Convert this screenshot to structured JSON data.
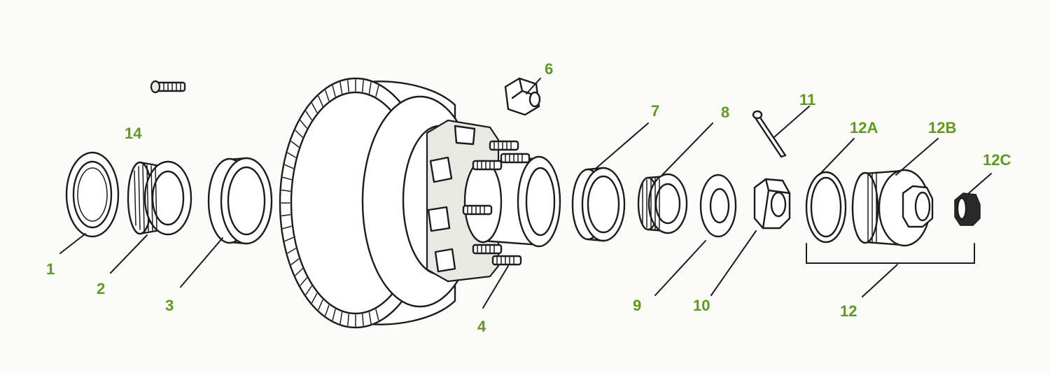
{
  "labels": {
    "l1": "1",
    "l2": "2",
    "l3": "3",
    "l4": "4",
    "l6": "6",
    "l7": "7",
    "l8": "8",
    "l9": "9",
    "l10": "10",
    "l11": "11",
    "l12": "12",
    "l12a": "12A",
    "l12b": "12B",
    "l12c": "12C",
    "l14": "14"
  },
  "colors": {
    "label": "#5e9a1c",
    "ink": "#1c1c1c",
    "background": "#fbfbf9"
  }
}
